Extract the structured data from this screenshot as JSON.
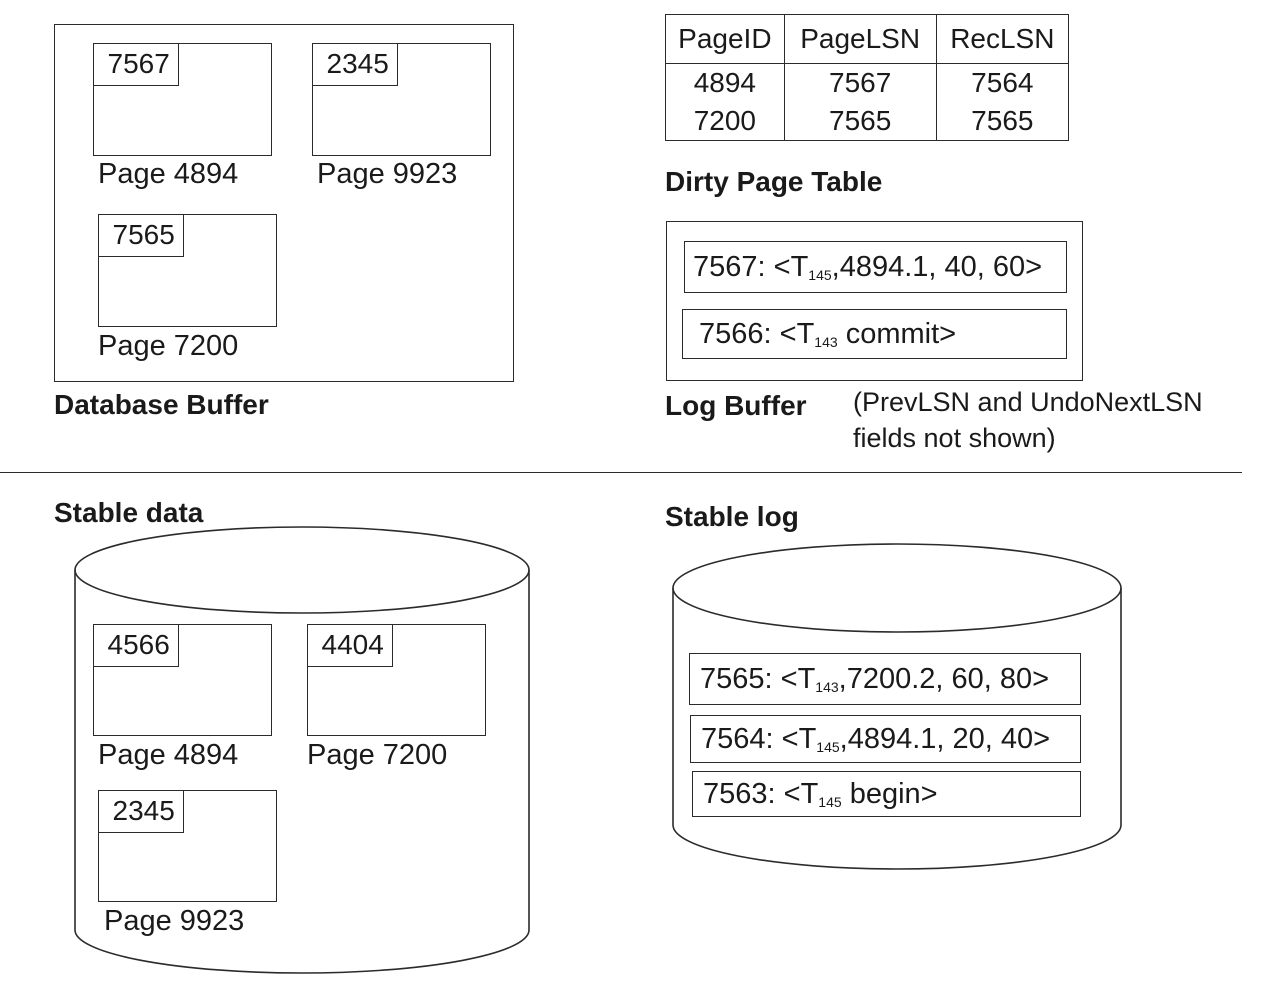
{
  "database_buffer": {
    "label": "Database Buffer",
    "pages": [
      {
        "lsn": "7567",
        "label": "Page 4894"
      },
      {
        "lsn": "2345",
        "label": "Page 9923"
      },
      {
        "lsn": "7565",
        "label": "Page 7200"
      }
    ]
  },
  "dirty_page_table": {
    "label": "Dirty Page Table",
    "columns": [
      "PageID",
      "PageLSN",
      "RecLSN"
    ],
    "rows": [
      [
        "4894",
        "7567",
        "7564"
      ],
      [
        "7200",
        "7565",
        "7565"
      ]
    ]
  },
  "log_buffer": {
    "label": "Log Buffer",
    "note_line1": "(PrevLSN and UndoNextLSN",
    "note_line2": "fields not shown)",
    "records": [
      {
        "lsn": "7567",
        "prefix": "<T",
        "sub": "145",
        "rest": ",4894.1, 40, 60>"
      },
      {
        "lsn": "7566",
        "prefix": "<T",
        "sub": "143",
        "rest": " commit>"
      }
    ]
  },
  "stable_data": {
    "label": "Stable data",
    "pages": [
      {
        "lsn": "4566",
        "label": "Page 4894"
      },
      {
        "lsn": "4404",
        "label": "Page 7200"
      },
      {
        "lsn": "2345",
        "label": "Page 9923"
      }
    ]
  },
  "stable_log": {
    "label": "Stable log",
    "records": [
      {
        "lsn": "7565",
        "prefix": "<T",
        "sub": "143",
        "rest": ",7200.2, 60, 80>"
      },
      {
        "lsn": "7564",
        "prefix": "<T",
        "sub": "145",
        "rest": ",4894.1, 20, 40>"
      },
      {
        "lsn": "7563",
        "prefix": "<T",
        "sub": "145",
        "rest": " begin>"
      }
    ]
  }
}
